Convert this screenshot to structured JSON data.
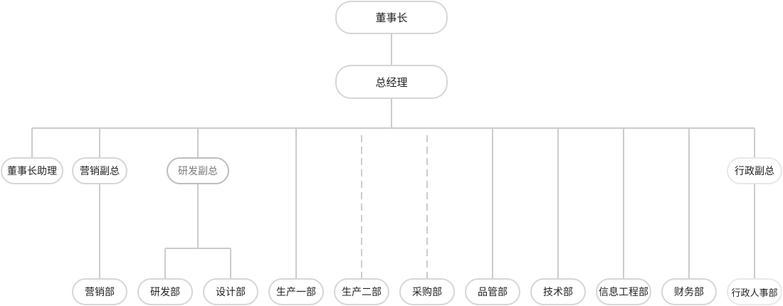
{
  "org_chart": {
    "chairman": "董事长",
    "general_manager": "总经理",
    "chairman_assistant": "董事长助理",
    "vp_marketing": "营销副总",
    "vp_rnd": "研发副总",
    "vp_admin": "行政副总",
    "departments": {
      "marketing": "营销部",
      "rnd": "研发部",
      "design": "设计部",
      "production_1": "生产一部",
      "production_2": "生产二部",
      "procurement": "采购部",
      "quality": "品管部",
      "technical": "技术部",
      "it_engineering": "信息工程部",
      "finance": "财务部",
      "admin_hr": "行政人事部"
    },
    "colors": {
      "connector": "#cccccc",
      "node_border": "#d6d6d6",
      "highlight_border": "#bdbdbd",
      "highlight_text": "#7a7a7a"
    }
  }
}
